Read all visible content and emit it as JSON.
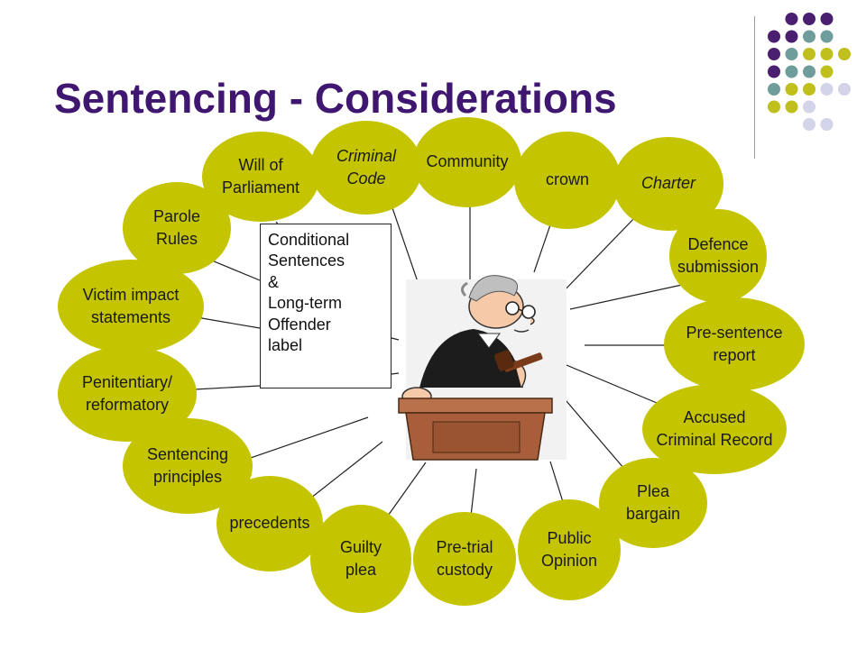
{
  "slide": {
    "title": "Sentencing - Considerations",
    "accent_color": "#3f1670",
    "node_color": "#c4c400"
  },
  "center": {
    "box_text": "Conditional\nSentences\n&\nLong-term\nOffender\nlabel",
    "image": "judge-with-gavel-icon"
  },
  "nodes": [
    {
      "id": "will-of-parliament",
      "label": "Will of\nParliament",
      "italic": false
    },
    {
      "id": "criminal-code",
      "label": "Criminal\nCode",
      "italic": true
    },
    {
      "id": "community",
      "label": "Community",
      "italic": false
    },
    {
      "id": "crown",
      "label": "crown",
      "italic": false
    },
    {
      "id": "charter",
      "label": "Charter",
      "italic": true
    },
    {
      "id": "parole-rules",
      "label": "Parole\nRules",
      "italic": false
    },
    {
      "id": "defence-submission",
      "label": "Defence\nsubmission",
      "italic": false
    },
    {
      "id": "victim-impact",
      "label": "Victim impact\nstatements",
      "italic": false
    },
    {
      "id": "pre-sentence-report",
      "label": "Pre-sentence\nreport",
      "italic": false
    },
    {
      "id": "penitentiary",
      "label": "Penitentiary/\nreformatory",
      "italic": false
    },
    {
      "id": "accused-record",
      "label": "Accused\nCriminal Record",
      "italic": false
    },
    {
      "id": "sentencing-principles",
      "label": "Sentencing\nprinciples",
      "italic": false
    },
    {
      "id": "plea-bargain",
      "label": "Plea\nbargain",
      "italic": false
    },
    {
      "id": "precedents",
      "label": "precedents",
      "italic": false
    },
    {
      "id": "guilty-plea",
      "label": "Guilty\nplea",
      "italic": false
    },
    {
      "id": "pre-trial-custody",
      "label": "Pre-trial\ncustody",
      "italic": false
    },
    {
      "id": "public-opinion",
      "label": "Public\nOpinion",
      "italic": false
    }
  ]
}
